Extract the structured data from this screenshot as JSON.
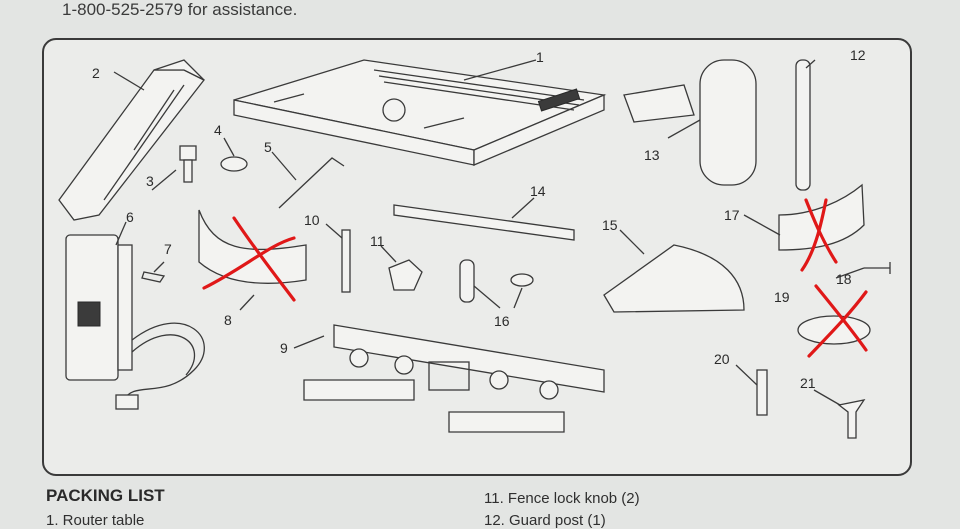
{
  "header": {
    "assistance_text": "1-800-525-2579 for assistance."
  },
  "diagram": {
    "part_labels": [
      "1",
      "2",
      "3",
      "4",
      "5",
      "6",
      "7",
      "8",
      "9",
      "10",
      "11",
      "12",
      "13",
      "14",
      "15",
      "16",
      "17",
      "18",
      "19",
      "20",
      "21"
    ],
    "crossed_out_parts": [
      "8",
      "17",
      "19"
    ]
  },
  "packing_list": {
    "title": "PACKING LIST",
    "left_items": [
      "1. Router table"
    ],
    "right_items": [
      "11. Fence lock knob (2)",
      "12. Guard post (1)"
    ]
  },
  "colors": {
    "annotation_red": "#e01818",
    "line_art": "#3a3a3a",
    "paper": "#e3e5e3"
  }
}
